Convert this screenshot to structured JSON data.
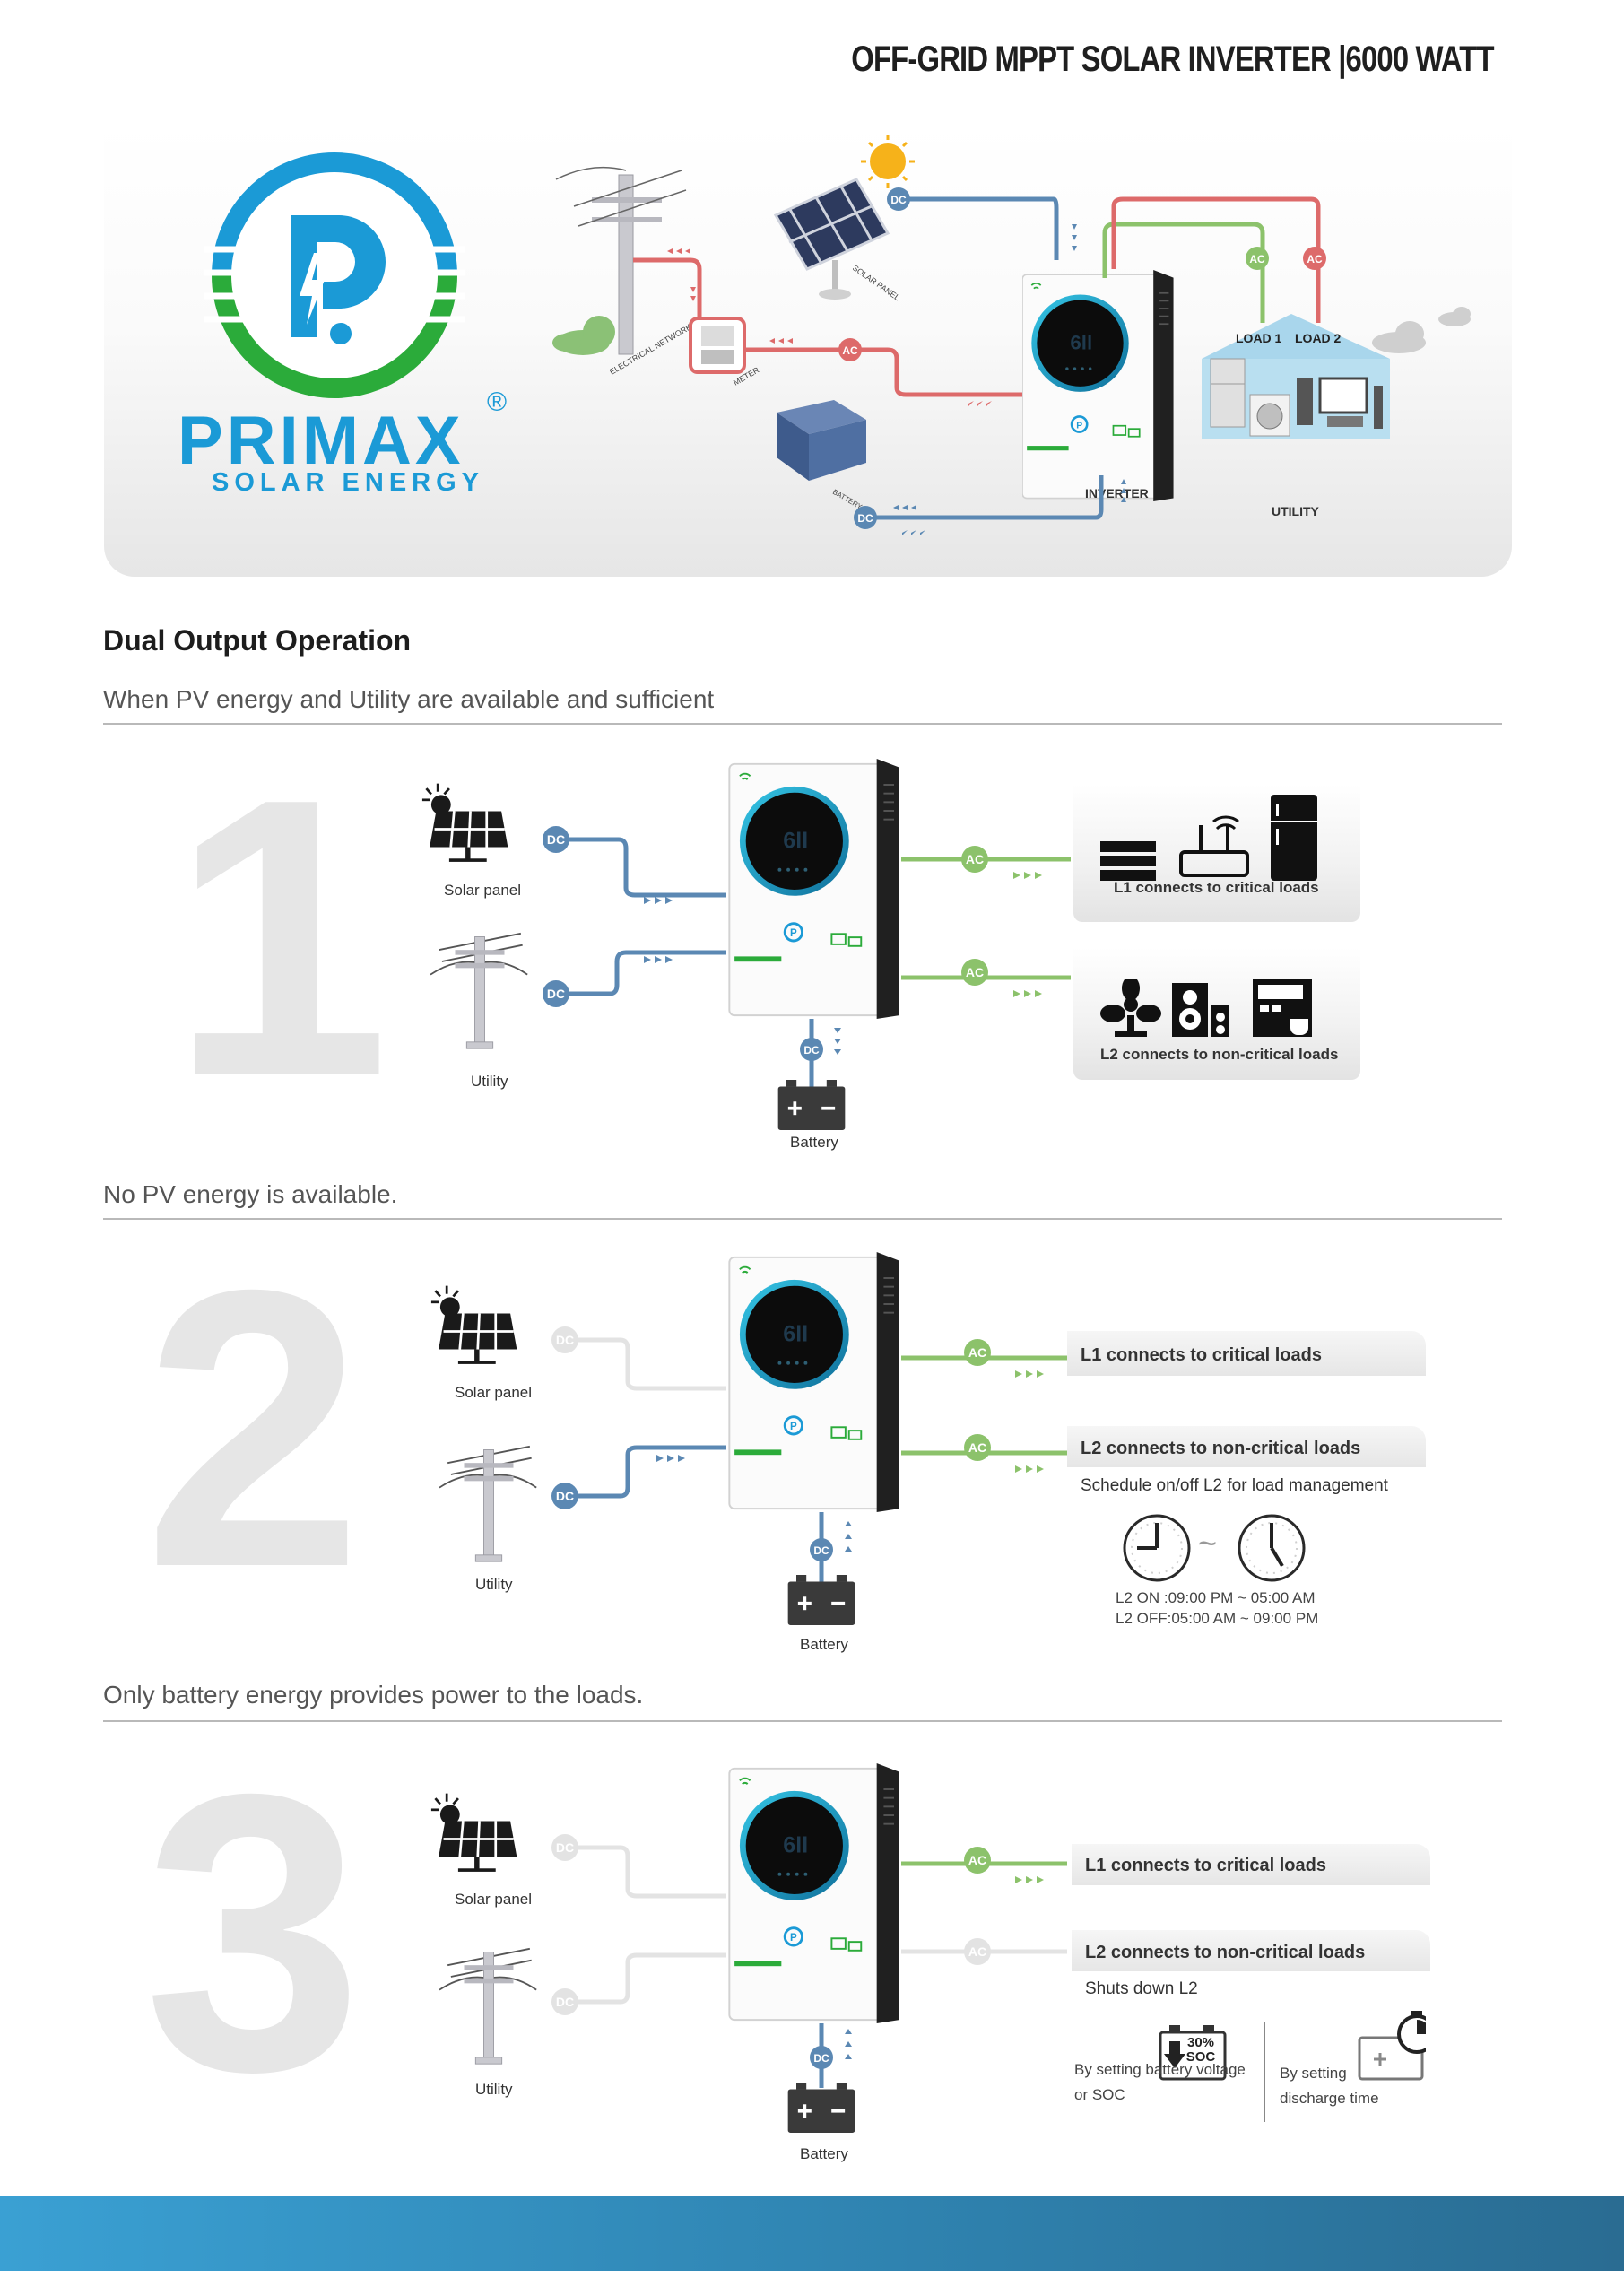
{
  "header": {
    "title": "OFF-GRID MPPT SOLAR INVERTER |6000 WATT"
  },
  "brand": {
    "name": "PRIMAX",
    "registered": "®",
    "subtitle": "SOLAR ENERGY"
  },
  "hero_diagram": {
    "labels": {
      "solar_panel": "SOLAR PANEL",
      "electrical_network": "ELECTRICAL NETWORK",
      "meter": "METER",
      "battery": "BATTERY",
      "inverter": "INVERTER",
      "utility": "UTILITY",
      "load1": "LOAD 1",
      "load2": "LOAD 2"
    },
    "badges": {
      "dc": "DC",
      "ac": "AC"
    }
  },
  "section": {
    "title": "Dual Output Operation"
  },
  "scenarios": [
    {
      "number": "1",
      "title": "When PV energy and Utility are available and sufficient",
      "solar_label": "Solar panel",
      "utility_label": "Utility",
      "battery_label": "Battery",
      "l1_text": "L1 connects to critical loads",
      "l2_text": "L2 connects to non-critical loads"
    },
    {
      "number": "2",
      "title": "No PV energy is available.",
      "solar_label": "Solar panel",
      "utility_label": "Utility",
      "battery_label": "Battery",
      "l1_text": "L1 connects to critical loads",
      "l2_text": "L2 connects to non-critical loads",
      "schedule_text": "Schedule on/off L2 for load management",
      "l2_on": "L2 ON :09:00 PM ~ 05:00 AM",
      "l2_off": "L2 OFF:05:00 AM ~ 09:00 PM",
      "tilde": "~"
    },
    {
      "number": "3",
      "title": "Only battery energy provides power to the loads.",
      "solar_label": "Solar panel",
      "utility_label": "Utility",
      "battery_label": "Battery",
      "l1_text": "L1 connects to critical loads",
      "l2_text": "L2 connects to non-critical loads",
      "shutdown_text": "Shuts down L2",
      "setting_voltage": "By setting battery voltage or SOC",
      "setting_time": "By setting discharge time",
      "soc_value": "30% SOC"
    }
  ],
  "colors": {
    "brand_blue": "#1b9ad6",
    "brand_green": "#2bab3a",
    "dc_blue": "#5b88b3",
    "ac_green": "#8cc26b",
    "ac_red": "#dd6a6a"
  }
}
